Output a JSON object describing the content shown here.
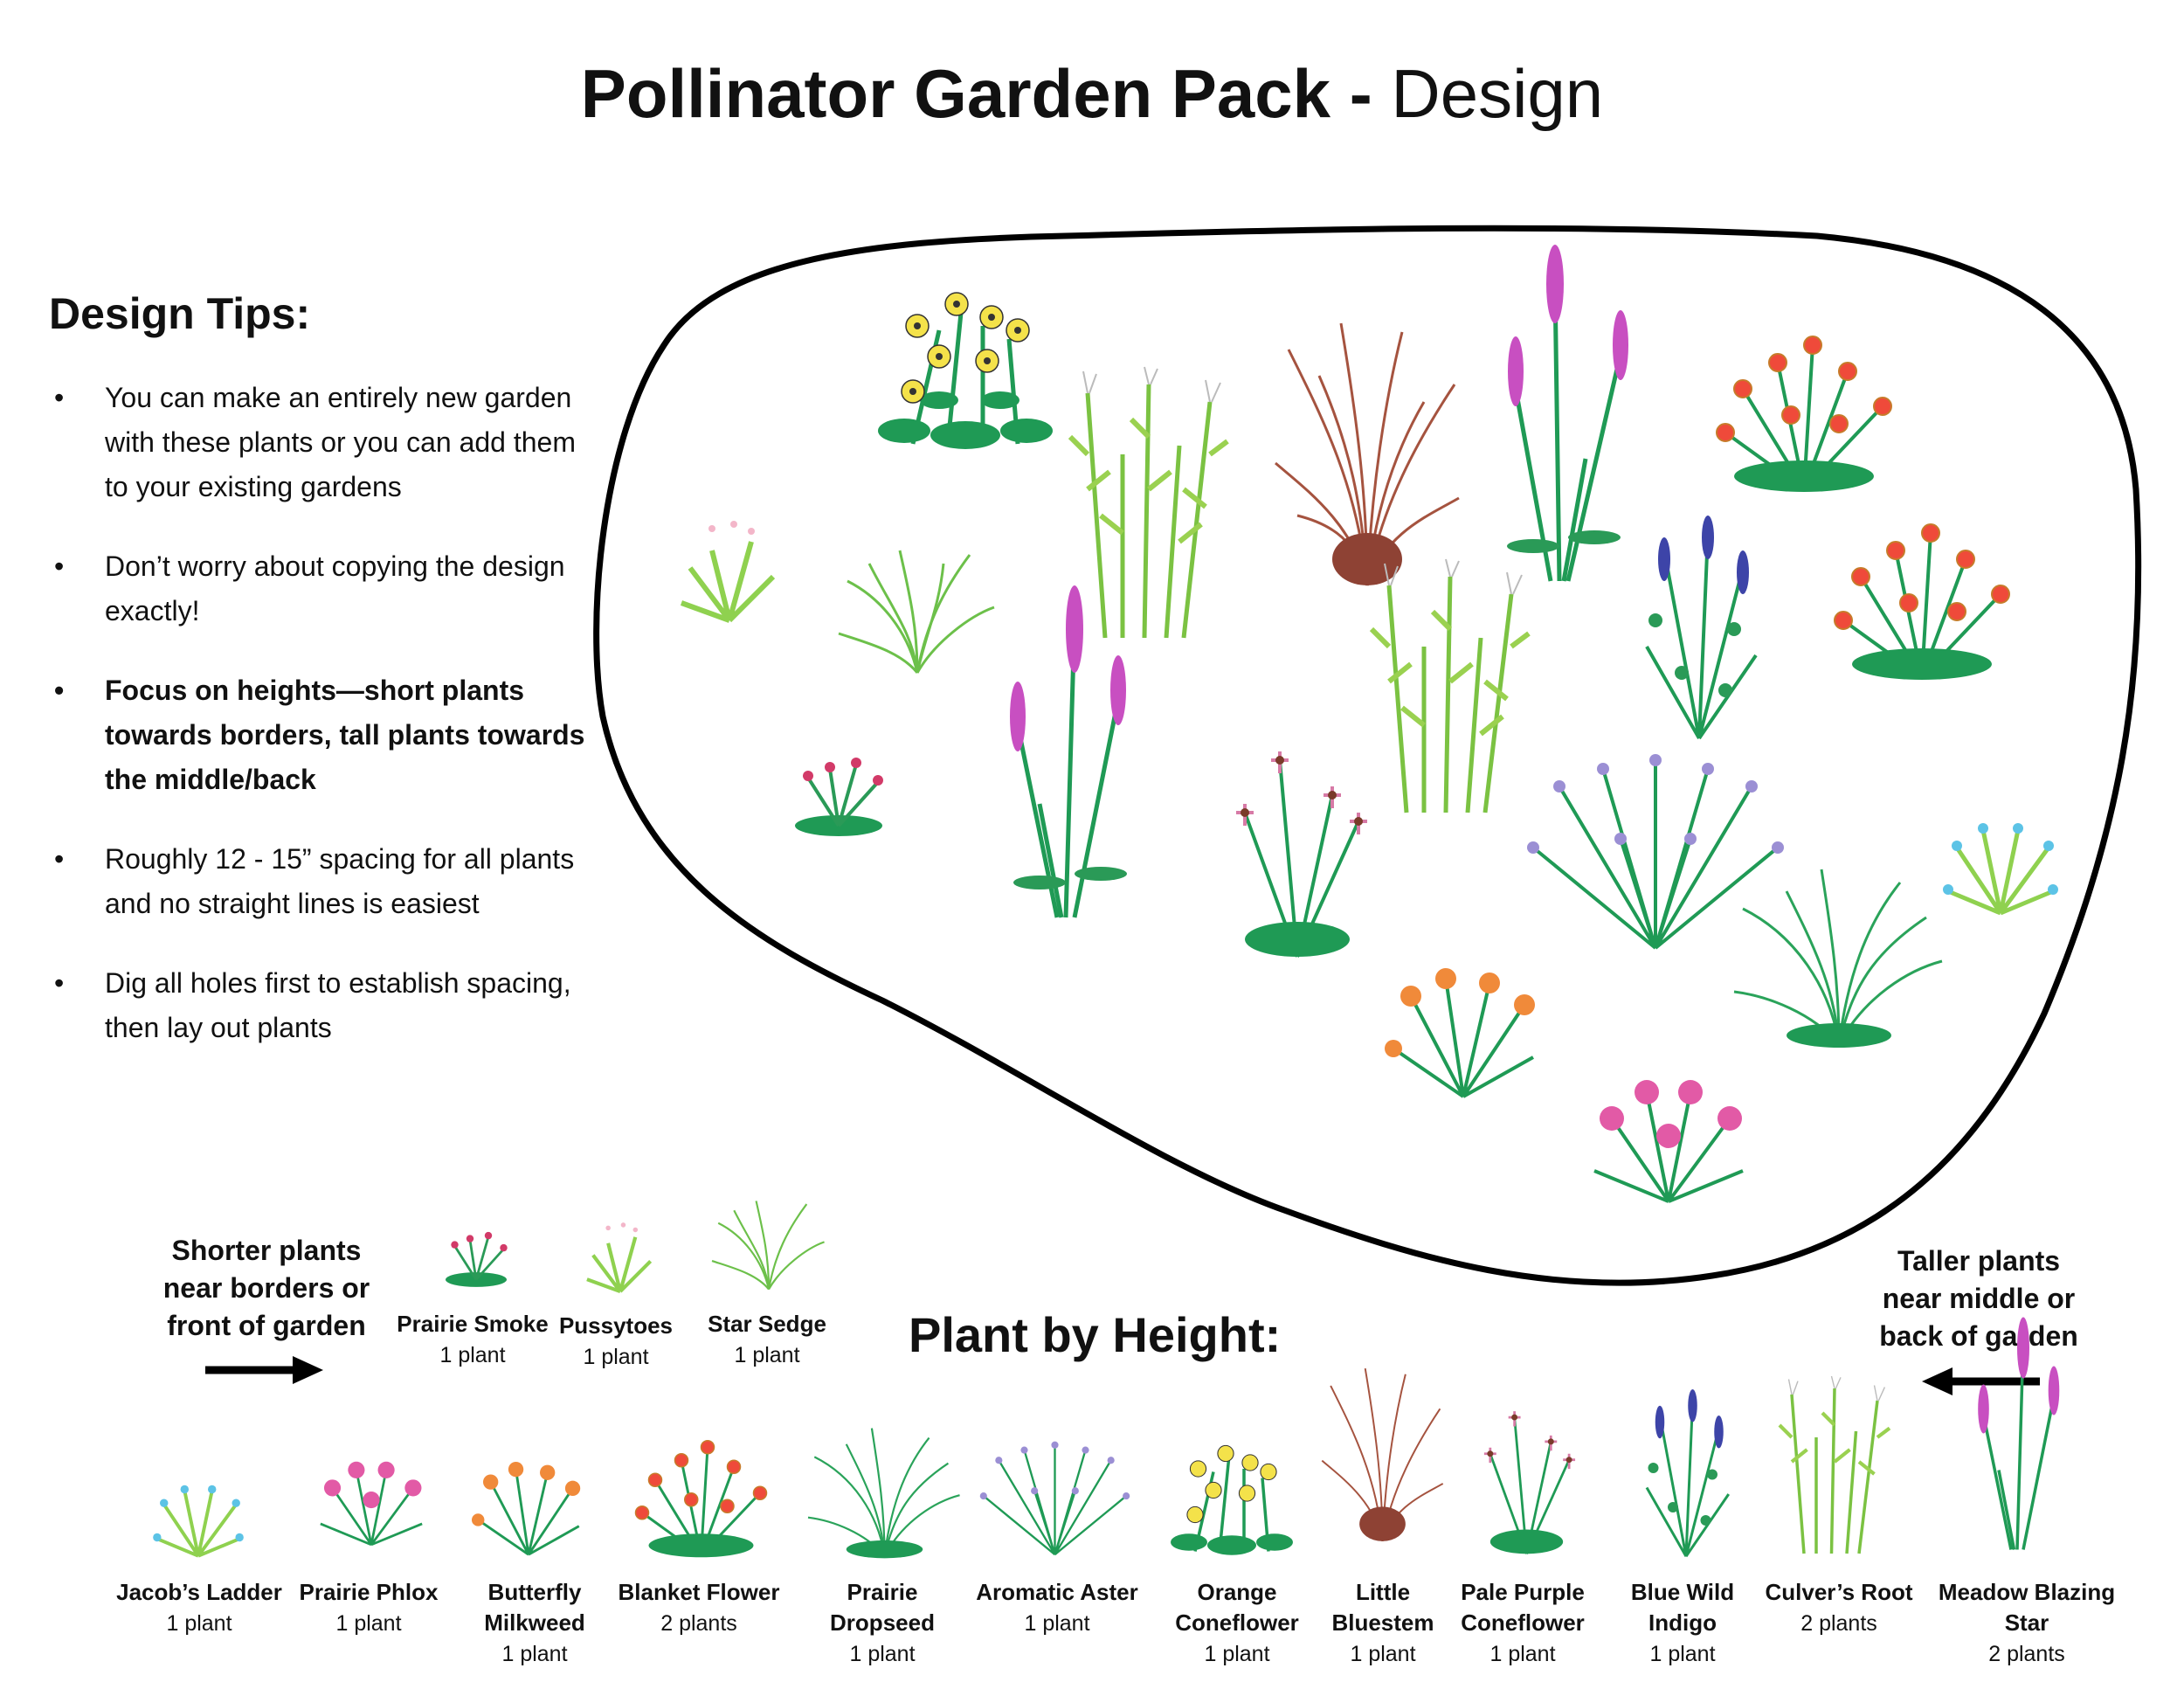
{
  "title": {
    "bold": "Pollinator Garden Pack -",
    "light": "Design"
  },
  "tips": {
    "heading": "Design Tips:",
    "items": [
      {
        "text": "You can make an entirely new garden with these plants or you can add them to your existing gardens",
        "bold": false
      },
      {
        "text": "Don’t worry about copying the design exactly!",
        "bold": false
      },
      {
        "text": "Focus on heights—short plants towards borders, tall plants towards the middle/back",
        "bold": true
      },
      {
        "text": "Roughly 12 - 15” spacing for all plants and no straight lines is easiest",
        "bold": false
      },
      {
        "text": "Dig all holes first to establish spacing, then lay out plants",
        "bold": false
      }
    ]
  },
  "notes": {
    "shorter": [
      "Shorter plants",
      "near borders or",
      "front of garden"
    ],
    "taller": [
      "Taller plants",
      "near middle or",
      "back of garden"
    ]
  },
  "section_heading": "Plant by Height:",
  "short_row": [
    {
      "name": "Prairie Smoke",
      "count": "1 plant",
      "icon": "prairie-smoke-icon"
    },
    {
      "name": "Pussytoes",
      "count": "1 plant",
      "icon": "pussytoes-icon"
    },
    {
      "name": "Star Sedge",
      "count": "1 plant",
      "icon": "star-sedge-icon"
    }
  ],
  "height_row": [
    {
      "name": "Jacob’s Ladder",
      "count": "1 plant",
      "icon": "jacobs-ladder-icon"
    },
    {
      "name": "Prairie Phlox",
      "count": "1 plant",
      "icon": "prairie-phlox-icon"
    },
    {
      "name": "Butterfly Milkweed",
      "count": "1 plant",
      "icon": "butterfly-milkweed-icon"
    },
    {
      "name": "Blanket Flower",
      "count": "2 plants",
      "icon": "blanket-flower-icon"
    },
    {
      "name": "Prairie Dropseed",
      "count": "1 plant",
      "icon": "prairie-dropseed-icon"
    },
    {
      "name": "Aromatic Aster",
      "count": "1 plant",
      "icon": "aromatic-aster-icon"
    },
    {
      "name": "Orange Coneflower",
      "count": "1 plant",
      "icon": "orange-coneflower-icon"
    },
    {
      "name": "Little Bluestem",
      "count": "1 plant",
      "icon": "little-bluestem-icon"
    },
    {
      "name": "Pale Purple Coneflower",
      "count": "1 plant",
      "icon": "pale-purple-coneflower-icon"
    },
    {
      "name": "Blue Wild Indigo",
      "count": "1 plant",
      "icon": "blue-wild-indigo-icon"
    },
    {
      "name": "Culver’s Root",
      "count": "2 plants",
      "icon": "culvers-root-icon"
    },
    {
      "name": "Meadow Blazing Star",
      "count": "2 plants",
      "icon": "meadow-blazing-star-icon"
    }
  ]
}
